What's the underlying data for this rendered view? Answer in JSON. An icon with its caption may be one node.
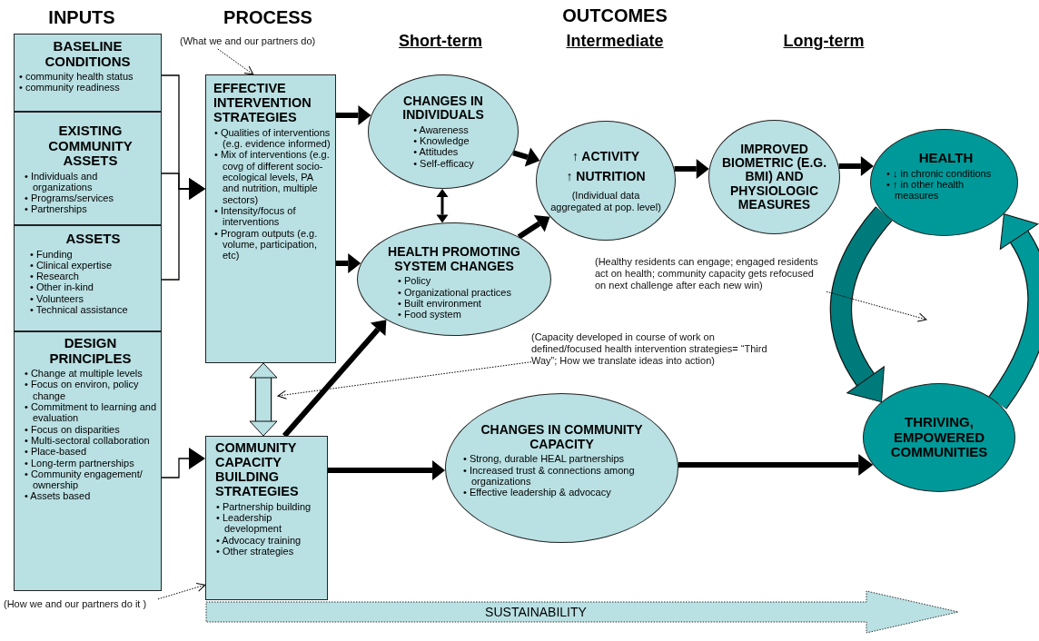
{
  "diagram": {
    "nodes": [
      {
        "text": [
          "BASELINE CONDITIONS",
          "• community health status",
          "• community readiness"
        ]
      },
      {
        "text": [
          "EXISTING COMMUNITY ASSETS",
          "• Individuals and organizations",
          "• Programs/services",
          "• Partnerships"
        ]
      },
      {
        "text": [
          "ASSETS",
          "• Funding",
          "• Clinical expertise",
          "• Research",
          "• Other in-kind",
          "• Volunteers",
          "• Technical assistance"
        ]
      },
      {
        "text": [
          "DESIGN PRINCIPLES",
          "• Change at multiple levels",
          "• Focus on environ, policy change",
          "• Commitment to learning and evaluation",
          "• Focus on disparities",
          "• Multi-sectoral collaboration",
          "• Place-based",
          "• Long-term partnerships",
          "• Community engagement/ ownership",
          "• Assets based"
        ]
      },
      {
        "text": [
          "EFFECTIVE INTERVENTION STRATEGIES",
          "• Qualities of interventions (e.g. evidence informed)",
          "• Mix of interventions (e.g. covg of different socio-ecological levels, PA and nutrition, multiple sectors)",
          "• Intensity/focus of interventions",
          "• Program outputs (e.g. volume, participation, etc)"
        ]
      },
      {
        "text": [
          "COMMUNITY CAPACITY BUILDING STRATEGIES",
          "• Partnership building",
          "• Leadership development",
          "• Advocacy training",
          "• Other strategies"
        ]
      },
      {
        "text": [
          "CHANGES IN INDIVIDUALS",
          "• Awareness",
          "• Knowledge",
          "• Attitudes",
          "• Self-efficacy"
        ]
      },
      {
        "text": [
          "HEALTH PROMOTING SYSTEM CHANGES",
          "• Policy",
          "• Organizational practices",
          "• Built environment",
          "• Food system"
        ]
      },
      {
        "text": [
          "↑ ACTIVITY",
          "↑ NUTRITION",
          "(Individual data aggregated at pop. level)"
        ]
      },
      {
        "text": [
          "IMPROVED BIOMETRIC (E.G. BMI) AND PHYSIOLOGIC MEASURES"
        ]
      },
      {
        "text": [
          "HEALTH",
          "• ↓ in chronic conditions",
          "• ↑ in other health measures"
        ]
      },
      {
        "text": [
          "THRIVING, EMPOWERED COMMUNITIES"
        ]
      },
      {
        "text": [
          "CHANGES IN COMMUNITY CAPACITY",
          "• Strong, durable HEAL partnerships",
          "• Increased trust & connections among organizations",
          "• Effective leadership & advocacy"
        ]
      },
      {
        "text": [
          "SUSTAINABILITY"
        ]
      },
      {
        "text": [
          "(What we and our partners do)"
        ]
      },
      {
        "text": [
          "(How we and our partners do it )"
        ]
      },
      {
        "text": [
          "(Capacity developed in course of work on defined/focused health intervention strategies= “Third Way”; How we translate ideas into action)"
        ]
      },
      {
        "text": [
          "(Healthy residents can engage; engaged residents act on health; community capacity gets refocused on next challenge after each new win)"
        ]
      }
    ],
    "edges": [
      {
        "from": 0,
        "to": 4,
        "arrow": "to"
      },
      {
        "from": 1,
        "to": 4,
        "arrow": "to"
      },
      {
        "from": 2,
        "to": 4,
        "arrow": "to"
      },
      {
        "from": 3,
        "to": 5,
        "arrow": "to"
      },
      {
        "from": 4,
        "to": 6,
        "arrow": "to"
      },
      {
        "from": 4,
        "to": 7,
        "arrow": "to"
      },
      {
        "from": 6,
        "to": 7,
        "arrow": "both"
      },
      {
        "from": 6,
        "to": 8,
        "arrow": "to"
      },
      {
        "from": 7,
        "to": 8,
        "arrow": "to"
      },
      {
        "from": 8,
        "to": 9,
        "arrow": "to"
      },
      {
        "from": 9,
        "to": 10,
        "arrow": "to"
      },
      {
        "from": 4,
        "to": 5,
        "arrow": "both",
        "style": "thick",
        "color": "#b9e0e3"
      },
      {
        "from": 5,
        "to": 7,
        "arrow": "to"
      },
      {
        "from": 5,
        "to": 12,
        "arrow": "to"
      },
      {
        "from": 12,
        "to": 11,
        "arrow": "to"
      },
      {
        "from": 10,
        "to": 11,
        "arrow": "to",
        "style": "thick",
        "color": "#007b7b"
      },
      {
        "from": 11,
        "to": 10,
        "arrow": "to",
        "style": "thick",
        "color": "#009999"
      },
      {
        "from": 14,
        "to": 4,
        "arrow": "to",
        "style": "dashed"
      },
      {
        "from": 15,
        "to": 5,
        "arrow": "to",
        "style": "dashed"
      },
      {
        "from": 16,
        "to": null,
        "arrow": "to",
        "style": "dashed"
      },
      {
        "from": 17,
        "to": null,
        "arrow": "to",
        "style": "dashed"
      }
    ],
    "labels": [
      "INPUTS",
      "PROCESS",
      "OUTCOMES",
      "Short-term",
      "Intermediate",
      "Long-term"
    ]
  }
}
